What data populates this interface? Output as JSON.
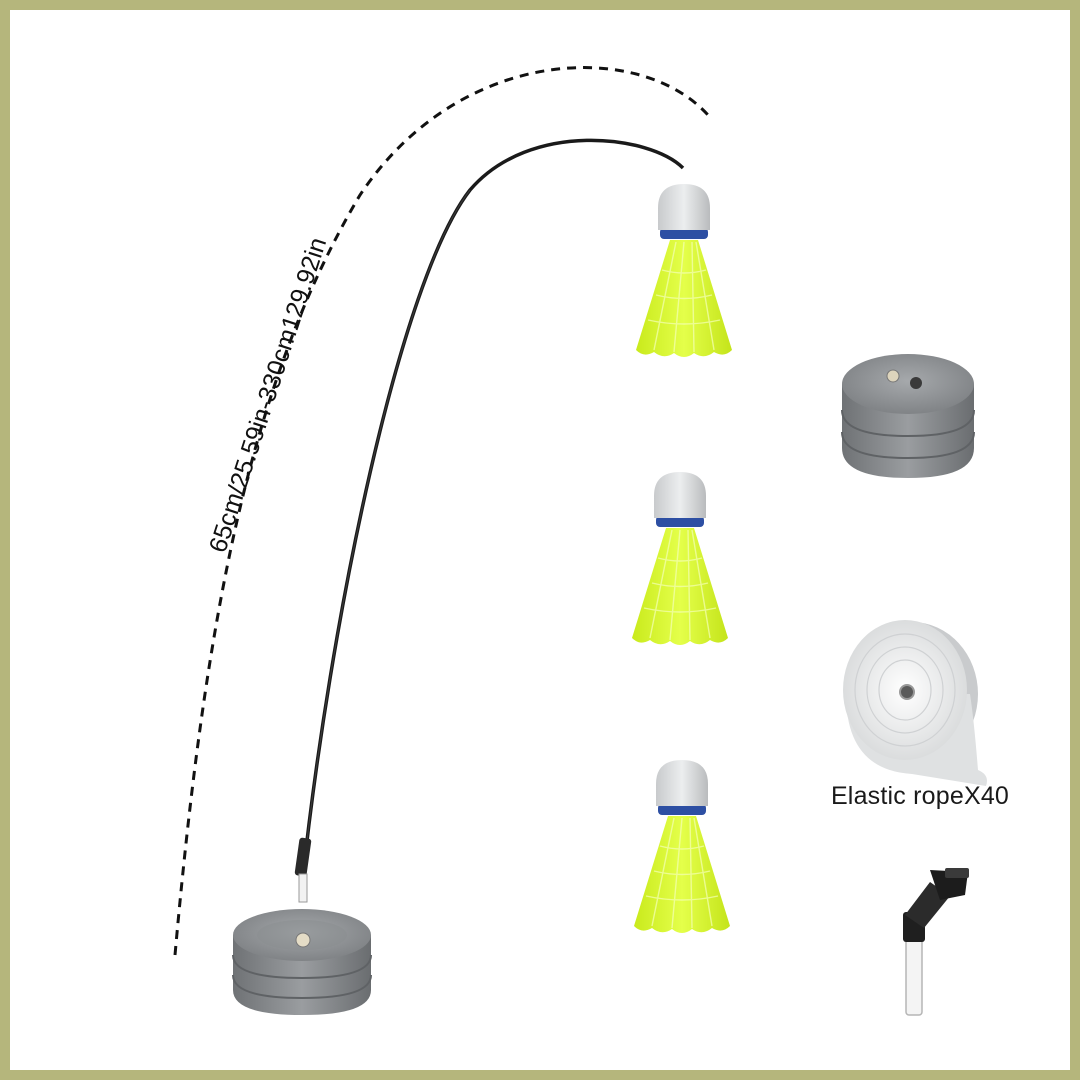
{
  "measurement": {
    "label": "65cm/25.59in-330cm129.92in"
  },
  "accessories": {
    "rope_label": "Elastic ropeX40"
  },
  "colors": {
    "frame_border": "#b5b67c",
    "shuttle_skirt": "#d9f53a",
    "shuttle_band": "#2d4fa3",
    "base_gray": "#8a8d90",
    "rod": "#1a1a1a"
  },
  "icons": {
    "shuttlecocks": [
      "shuttlecock",
      "shuttlecock",
      "shuttlecock",
      "shuttlecock"
    ],
    "base": "weighted-base",
    "rope_roll": "elastic-rope-roll",
    "connector": "angle-connector"
  }
}
